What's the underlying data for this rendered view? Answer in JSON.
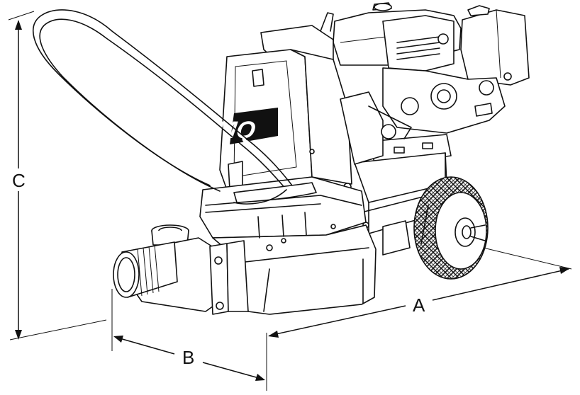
{
  "figure": {
    "logo_text": "MQ",
    "dimension_labels": {
      "height": "C",
      "length": "A",
      "width": "B"
    },
    "colors": {
      "ink": "#111111",
      "paper": "#ffffff"
    }
  }
}
